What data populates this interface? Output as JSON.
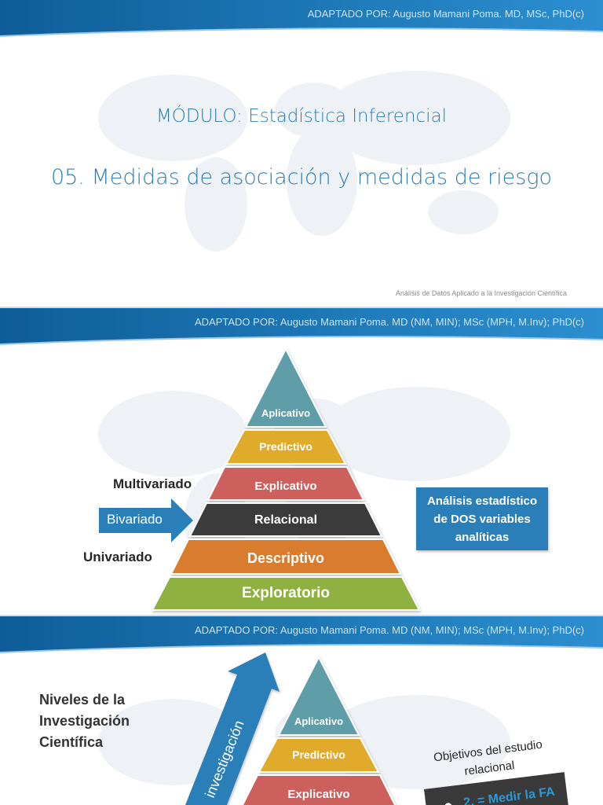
{
  "slide1": {
    "header": "ADAPTADO POR:  Augusto Mamani Poma. MD,  MSc, PhD(c)",
    "module_title": "MÓDULO: Estadística Inferencial",
    "lesson_title": "05. Medidas de asociación y medidas de riesgo",
    "footer": "Análisis de Datos Aplicado a la Investigación Científica"
  },
  "slide2": {
    "header": "ADAPTADO POR:  Augusto Mamani Poma. MD (NM, MIN); MSc (MPH, M.Inv); PhD(c)",
    "pyramid": [
      "Aplicativo",
      "Predictivo",
      "Explicativo",
      "Relacional",
      "Descriptivo",
      "Exploratorio"
    ],
    "side_multivariado": "Multivariado",
    "side_bivariado": "Bivariado",
    "side_univariado": "Univariado",
    "info_box": [
      "Análisis estadístico",
      "de DOS variables",
      "analíticas"
    ]
  },
  "slide3": {
    "header": "ADAPTADO POR:  Augusto Mamani Poma. MD (NM, MIN); MSc (MPH, M.Inv); PhD(c)",
    "niveles": [
      "Niveles de la",
      "Investigación",
      "Científica"
    ],
    "arrow_text": "investigación",
    "pyramid": [
      "Aplicativo",
      "Predictivo",
      "Explicativo"
    ],
    "objetivos": [
      "Objetivos del estudio",
      "relacional"
    ],
    "box_text": "2. = Medir la FA"
  },
  "colors": {
    "header_blue": "#1a6fae",
    "teal": "#5f9ea8",
    "gold": "#e0ab2c",
    "red": "#cd615d",
    "dark": "#3a3a3a",
    "orange": "#d97c2e",
    "green": "#8fb143",
    "accent_blue": "#2a7fb8"
  }
}
